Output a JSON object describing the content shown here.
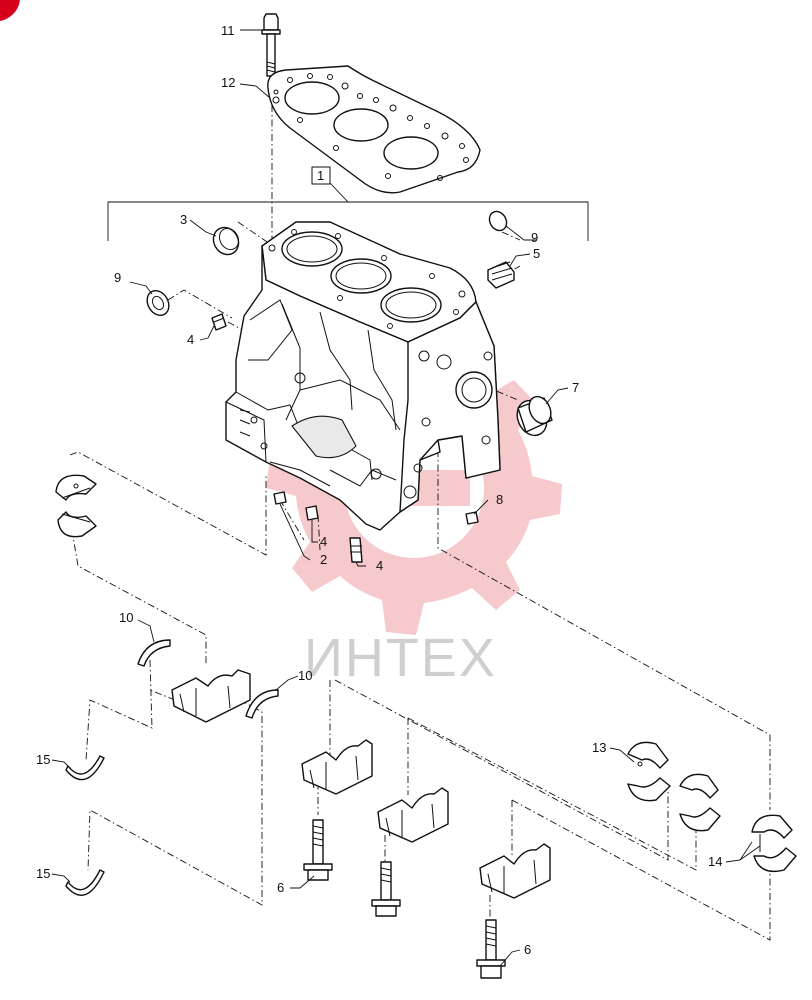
{
  "corner_badge": {
    "color": "#d6001c"
  },
  "watermark": {
    "text": "ИНТЕХ",
    "gear_color": "#f4b8bc"
  },
  "callouts": {
    "c1": "1",
    "c2": "2",
    "c3": "3",
    "c4a": "4",
    "c4b": "4",
    "c4c": "4",
    "c5": "5",
    "c6a": "6",
    "c6b": "6",
    "c7": "7",
    "c8": "8",
    "c9a": "9",
    "c9b": "9",
    "c10a": "10",
    "c10b": "10",
    "c11": "11",
    "c12": "12",
    "c13": "13",
    "c14": "14",
    "c15a": "15",
    "c15b": "15"
  }
}
